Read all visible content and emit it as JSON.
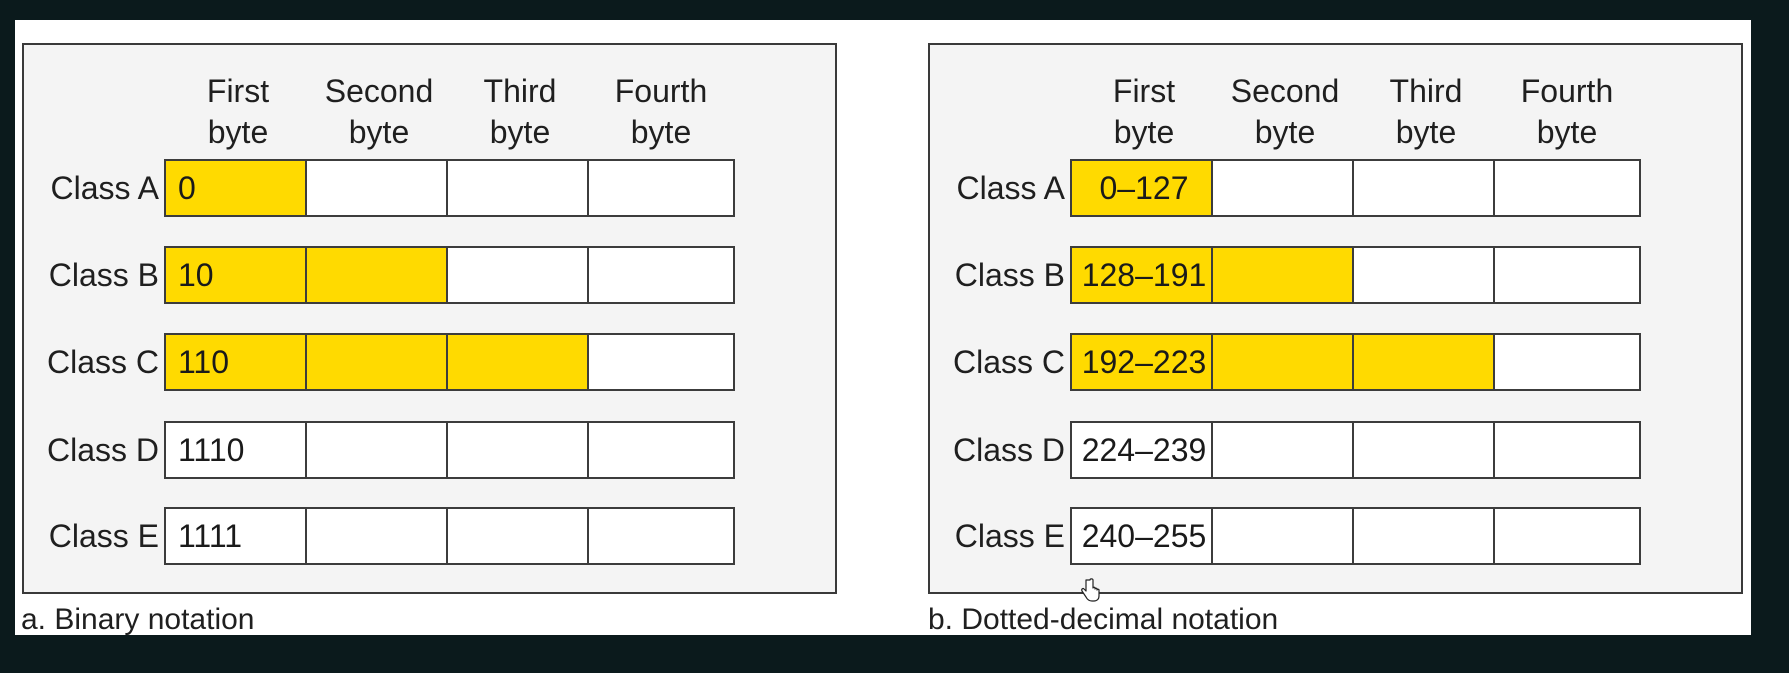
{
  "colors": {
    "highlight": "#ffda00",
    "cell": "#ffffff",
    "border": "#3c3c3c",
    "background": "#0b1a1c"
  },
  "panels": [
    {
      "caption": "a. Binary notation",
      "headers": [
        {
          "line1": "First",
          "line2": "byte"
        },
        {
          "line1": "Second",
          "line2": "byte"
        },
        {
          "line1": "Third",
          "line2": "byte"
        },
        {
          "line1": "Fourth",
          "line2": "byte"
        }
      ],
      "rows": [
        {
          "label": "Class A",
          "first": "0",
          "highlighted_bytes": 1
        },
        {
          "label": "Class B",
          "first": "10",
          "highlighted_bytes": 2
        },
        {
          "label": "Class C",
          "first": "110",
          "highlighted_bytes": 3
        },
        {
          "label": "Class D",
          "first": "1110",
          "highlighted_bytes": 0
        },
        {
          "label": "Class E",
          "first": "1111",
          "highlighted_bytes": 0
        }
      ]
    },
    {
      "caption": "b. Dotted-decimal notation",
      "headers": [
        {
          "line1": "First",
          "line2": "byte"
        },
        {
          "line1": "Second",
          "line2": "byte"
        },
        {
          "line1": "Third",
          "line2": "byte"
        },
        {
          "line1": "Fourth",
          "line2": "byte"
        }
      ],
      "rows": [
        {
          "label": "Class A",
          "first": "0–127",
          "highlighted_bytes": 1
        },
        {
          "label": "Class B",
          "first": "128–191",
          "highlighted_bytes": 2
        },
        {
          "label": "Class C",
          "first": "192–223",
          "highlighted_bytes": 3
        },
        {
          "label": "Class D",
          "first": "224–239",
          "highlighted_bytes": 0
        },
        {
          "label": "Class E",
          "first": "240–255",
          "highlighted_bytes": 0
        }
      ]
    }
  ],
  "icons": {
    "cursor": "hand-pointer-icon"
  }
}
